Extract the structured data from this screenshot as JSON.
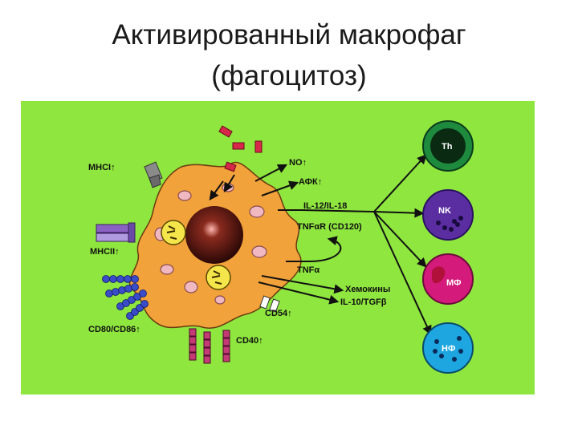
{
  "title": {
    "line1": "Активированный макрофаг",
    "line2": "(фагоцитоз)"
  },
  "colors": {
    "background": "#8ee63e",
    "cell_body": "#f2a23a",
    "nucleus": "#4a1410",
    "vesicle": "#f0b8c0",
    "granule": "#f4e64a",
    "receptor_purple": "#8a62c4",
    "receptor_blue": "#3a4cc8",
    "receptor_magenta": "#c43a74",
    "particle_red": "#d8284a",
    "th_cell": "#1e8a3e",
    "nk_cell": "#5a2ea0",
    "mf_cell": "#d41a7a",
    "nf_cell": "#1ea6e0"
  },
  "left_labels": {
    "mhc1": "MHCI↑",
    "mhc2": "MHCII↑",
    "cd80": "CD80/CD86↑",
    "cd40": "CD40↑"
  },
  "right_labels": {
    "no": "NO↑",
    "afk": "АФК↑",
    "il12": "IL-12/IL-18",
    "tnfar": "TNFαR (CD120)",
    "tnfa": "TNFα",
    "chemokines": "Хемокины",
    "il10": "IL-10/TGFβ",
    "cd54": "CD54↑"
  },
  "target_cells": {
    "th": "Th",
    "nk": "NK",
    "mf": "МФ",
    "nf": "НФ"
  }
}
